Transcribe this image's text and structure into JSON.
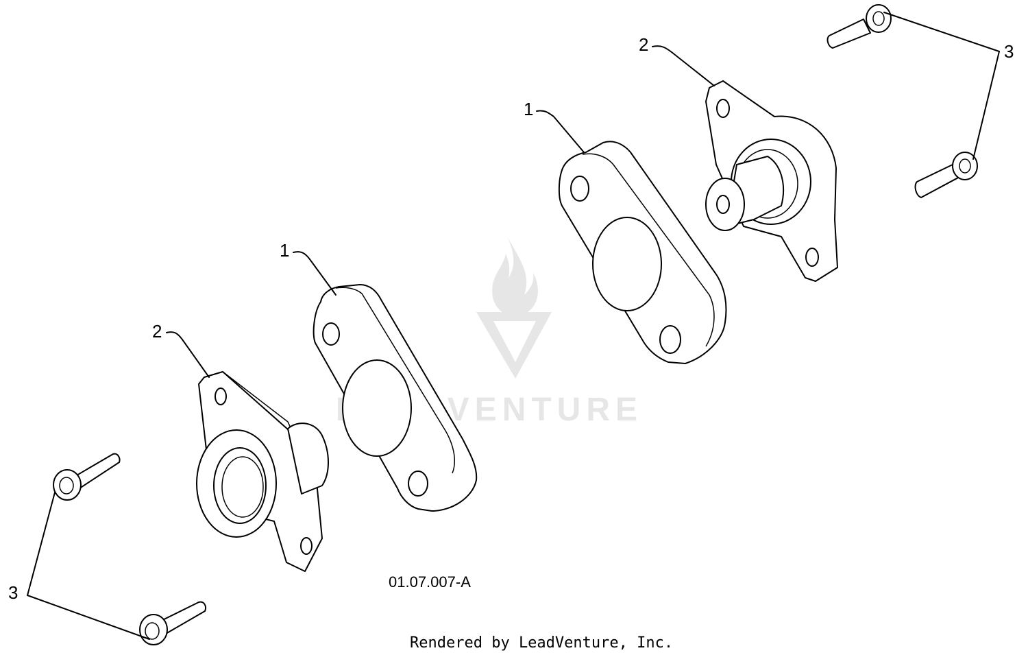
{
  "diagram": {
    "callouts": {
      "spacer_left": "1",
      "spacer_right": "1",
      "bearing_left": "2",
      "bearing_right": "2",
      "bolts_left": "3",
      "bolts_right": "3"
    },
    "figure_id": "01.07.007-A",
    "credit": "Rendered by LeadVenture, Inc.",
    "watermark_text": "LEADVENTURE"
  }
}
